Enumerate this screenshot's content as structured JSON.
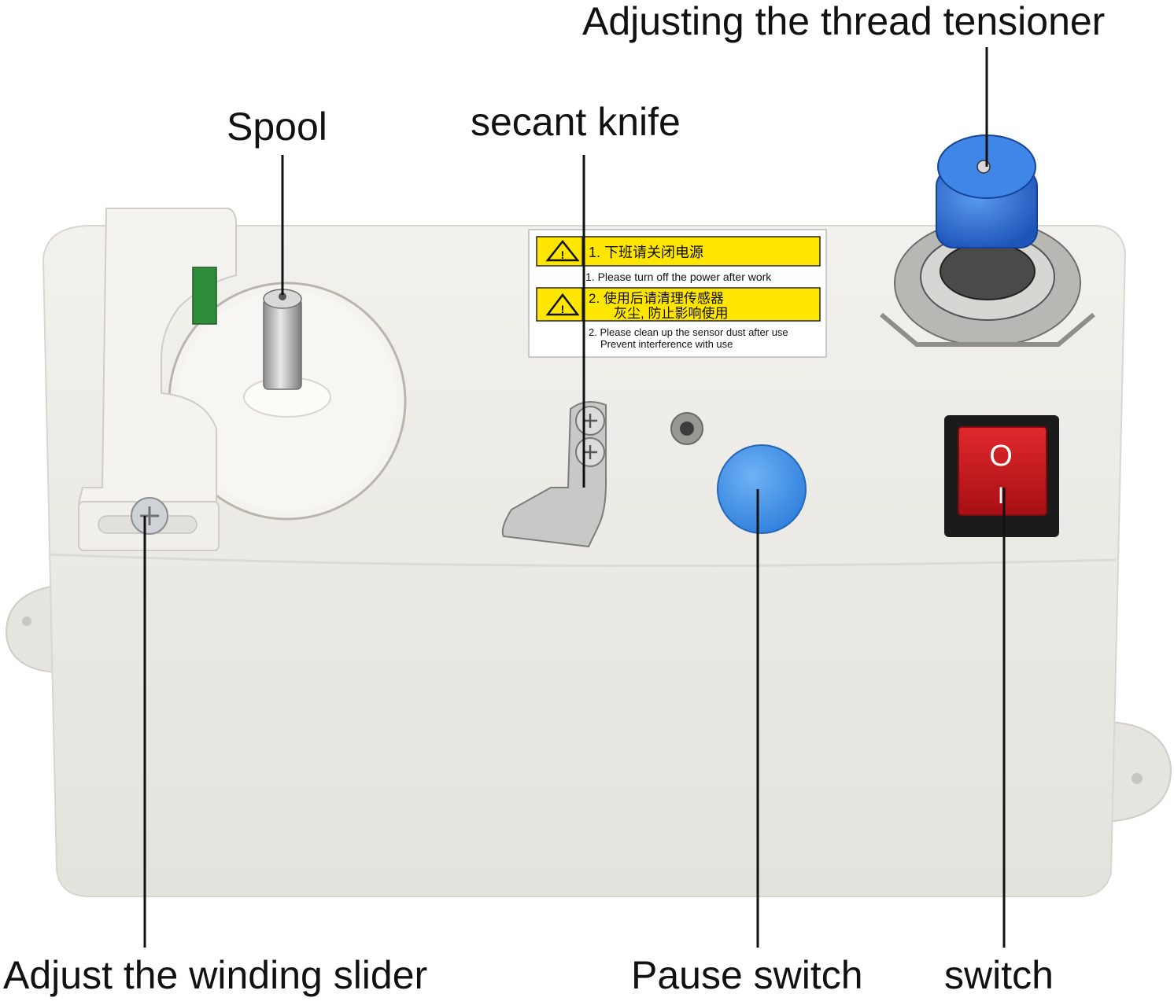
{
  "callouts": {
    "thread_tensioner": "Adjusting the thread tensioner",
    "spool": "Spool",
    "secant_knife": "secant knife",
    "winding_slider": "Adjust the winding slider",
    "pause_switch": "Pause switch",
    "switch": "switch"
  },
  "warning_label": {
    "line1_cn": "1. 下班请关闭电源",
    "line1_en": "1. Please turn off the power after work",
    "line2_cn_a": "2. 使用后请清理传感器",
    "line2_cn_b": "灰尘, 防止影响使用",
    "line2_en_a": "2. Please clean up the sensor dust after use",
    "line2_en_b": "Prevent interference with use"
  },
  "rocker_switch": {
    "off_symbol": "O",
    "on_symbol": "I"
  },
  "colors": {
    "body": "#ebe9e4",
    "knob_blue": "#2f6fd6",
    "pause_button": "#3d8fe6",
    "rocker_red": "#c8161b",
    "warning_yellow": "#ffe600",
    "callout_line": "#111111"
  }
}
